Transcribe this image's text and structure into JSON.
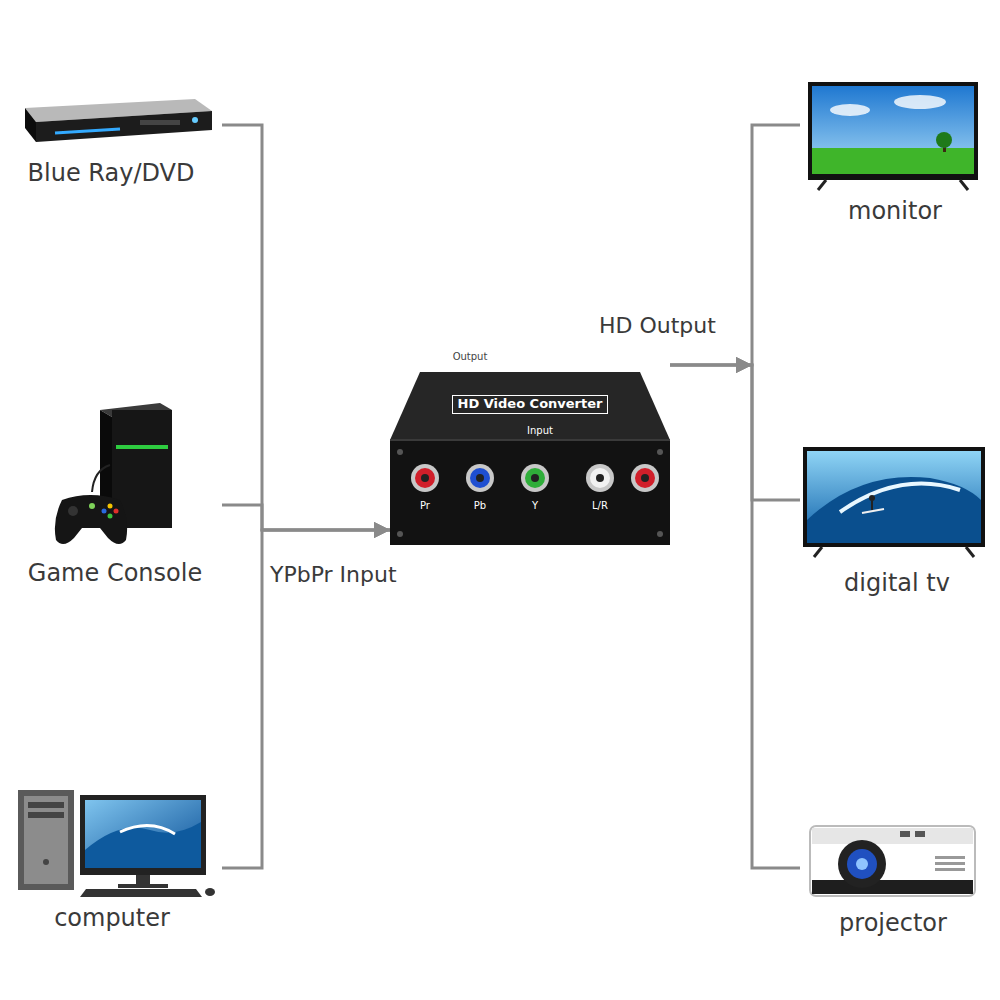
{
  "diagram": {
    "nodes": [
      {
        "text": [
          "Blue Ray/DVD"
        ]
      },
      {
        "text": [
          "Game Console"
        ]
      },
      {
        "text": [
          "computer"
        ]
      },
      {
        "text": [
          "HD Video Converter",
          "Output",
          "Input",
          "Pr",
          "Pb",
          "Y",
          "L/R"
        ]
      },
      {
        "text": [
          "monitor"
        ]
      },
      {
        "text": [
          "digital tv"
        ]
      },
      {
        "text": [
          "projector"
        ]
      }
    ],
    "edges": [
      {
        "from": 0,
        "to": 3,
        "arrow": "to"
      },
      {
        "from": 1,
        "to": 3,
        "label": "YPbPr Input",
        "arrow": "to"
      },
      {
        "from": 2,
        "to": 3,
        "arrow": "to"
      },
      {
        "from": 3,
        "to": 4,
        "arrow": "to"
      },
      {
        "from": 3,
        "to": 5,
        "label": "HD Output",
        "arrow": "to"
      },
      {
        "from": 3,
        "to": 6,
        "arrow": "to"
      }
    ]
  }
}
